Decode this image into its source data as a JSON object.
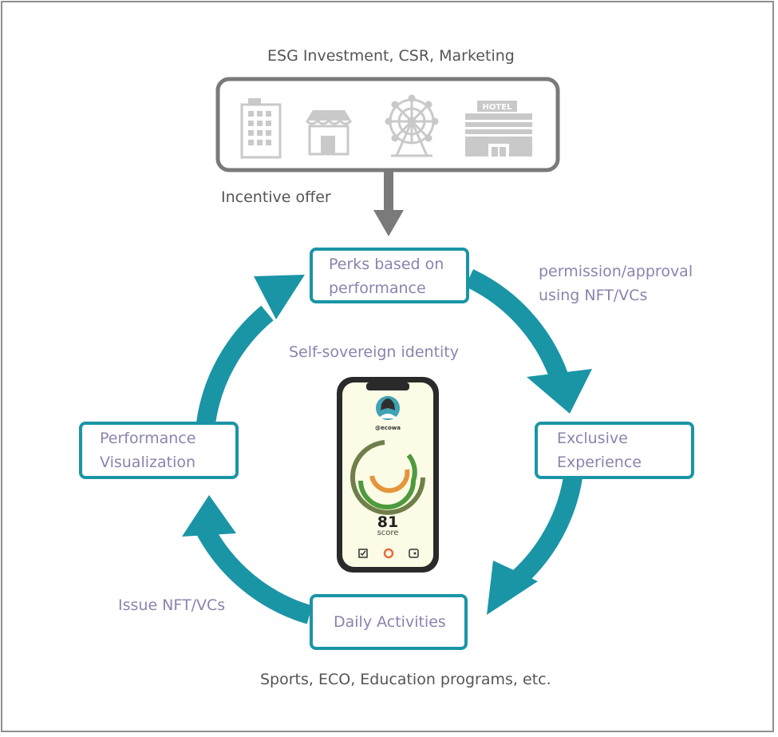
{
  "top_label": "ESG Investment, CSR, Marketing",
  "sponsor_icons": [
    "office-building-icon",
    "storefront-icon",
    "ferris-wheel-icon",
    "hotel-icon"
  ],
  "hotel_sign": "HOTEL",
  "incentive_label": "Incentive offer",
  "nodes": {
    "perks": [
      "Perks based on",
      "performance"
    ],
    "exclusive": [
      "Exclusive",
      "Experience"
    ],
    "daily": [
      "Daily Activities"
    ],
    "visualization": [
      "Performance",
      "Visualization"
    ]
  },
  "edges": {
    "permission": [
      "permission/approval",
      "using NFT/VCs"
    ],
    "issue": "Issue NFT/VCs"
  },
  "center_label": "Self-sovereign identity",
  "bottom_label": "Sports, ECO, Education programs, etc.",
  "phone": {
    "username": "@ecowa",
    "score": "81",
    "score_label": "score",
    "tab_icons": [
      "checklist-icon",
      "donut-chart-icon",
      "wallet-icon"
    ]
  },
  "colors": {
    "cycle": "#1a95a6",
    "box_border": "#1a95a6",
    "node_text": "#8e82ad",
    "label_text": "#555555",
    "sponsor_box": "#777777",
    "phone_screen": "#fbfbe6"
  }
}
